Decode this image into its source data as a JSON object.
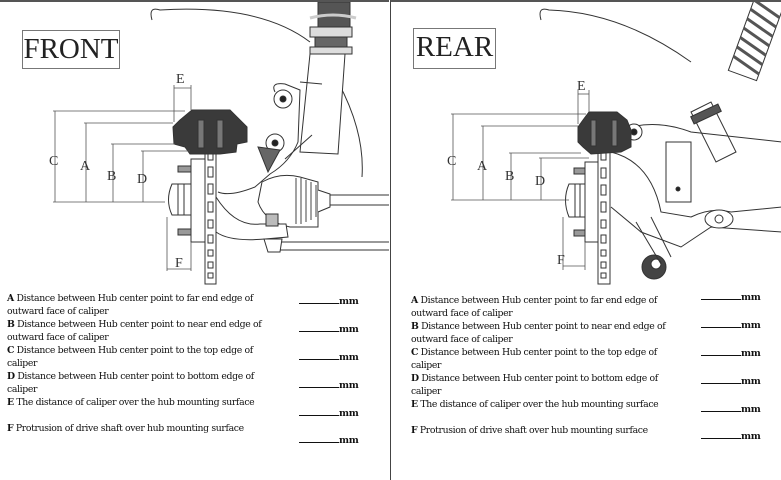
{
  "panels": [
    {
      "title": "FRONT",
      "dimension_labels": [
        "E",
        "C",
        "A",
        "B",
        "D",
        "F"
      ],
      "items": [
        {
          "letter": "A",
          "text": "Distance between Hub center point to far end edge of outward face of caliper",
          "unit": "mm"
        },
        {
          "letter": "B",
          "text": "Distance between Hub center point to near end edge of outward face of caliper",
          "unit": "mm"
        },
        {
          "letter": "C",
          "text": "Distance between Hub center point to the top edge of caliper",
          "unit": "mm"
        },
        {
          "letter": "D",
          "text": "Distance between Hub center point to bottom edge of caliper",
          "unit": "mm"
        },
        {
          "letter": "E",
          "text": "The distance of caliper over the hub mounting surface",
          "unit": "mm"
        },
        {
          "letter": "F",
          "text": "Protrusion of drive shaft over hub mounting surface",
          "unit": "mm"
        }
      ]
    },
    {
      "title": "REAR",
      "dimension_labels": [
        "E",
        "C",
        "A",
        "B",
        "D",
        "F"
      ],
      "items": [
        {
          "letter": "A",
          "text": "Distance between Hub center point to far end edge of outward face of caliper",
          "unit": "mm"
        },
        {
          "letter": "B",
          "text": "Distance between Hub center point to near end edge of outward face of caliper",
          "unit": "mm"
        },
        {
          "letter": "C",
          "text": "Distance between Hub center point to the top edge of caliper",
          "unit": "mm"
        },
        {
          "letter": "D",
          "text": "Distance between Hub center point to bottom edge of caliper",
          "unit": "mm"
        },
        {
          "letter": "E",
          "text": "The distance of caliper over the hub mounting surface",
          "unit": "mm"
        },
        {
          "letter": "F",
          "text": "Protrusion of drive shaft over hub mounting surface",
          "unit": "mm"
        }
      ]
    }
  ]
}
